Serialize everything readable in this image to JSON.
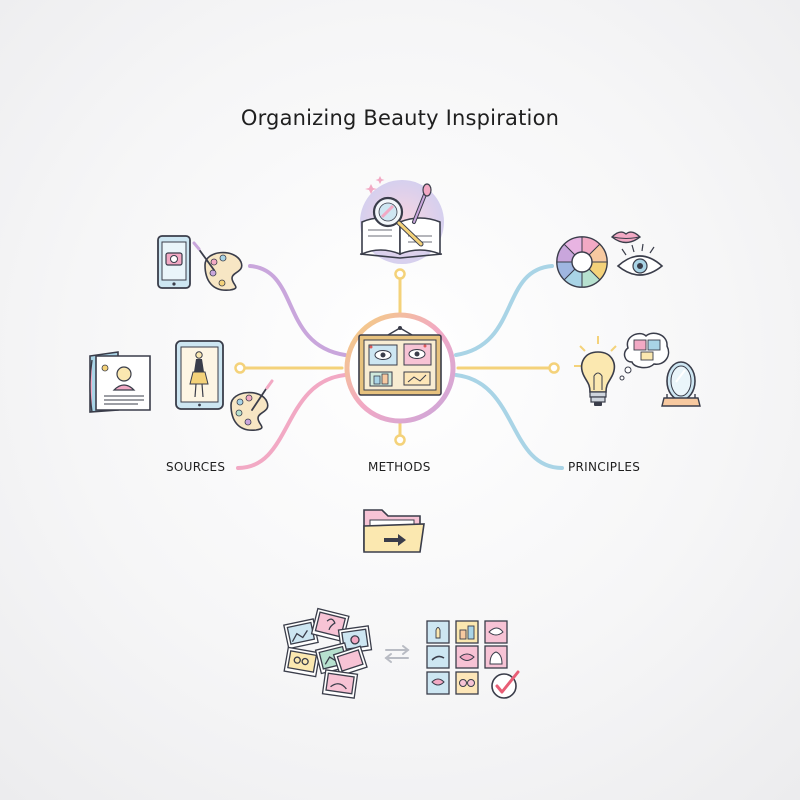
{
  "title": "Organizing Beauty Inspiration",
  "branches": [
    {
      "id": "sources",
      "label": "SOURCES"
    },
    {
      "id": "methods",
      "label": "METHODS"
    },
    {
      "id": "principles",
      "label": "PRINCIPLES"
    }
  ],
  "colors": {
    "outline": "#3a3d4a",
    "purple": "#c9a6dc",
    "pink": "#f2a9c4",
    "yellow": "#f4d27a",
    "blue": "#a9d4e6",
    "peach": "#f7c9a0",
    "mint": "#b7e1cf",
    "cream": "#fbe8b0"
  },
  "icons": [
    "phone-camera-icon",
    "palette-icon",
    "magazine-icon",
    "tablet-fashion-icon",
    "magnifier-book-icon",
    "mood-board-icon",
    "color-wheel-icon",
    "lips-icon",
    "eye-icon",
    "lightbulb-icon",
    "thought-bubble-icon",
    "vanity-mirror-icon",
    "folder-icon",
    "scattered-photos-icon",
    "arrows-icon",
    "organized-grid-icon",
    "checkmark-icon"
  ]
}
